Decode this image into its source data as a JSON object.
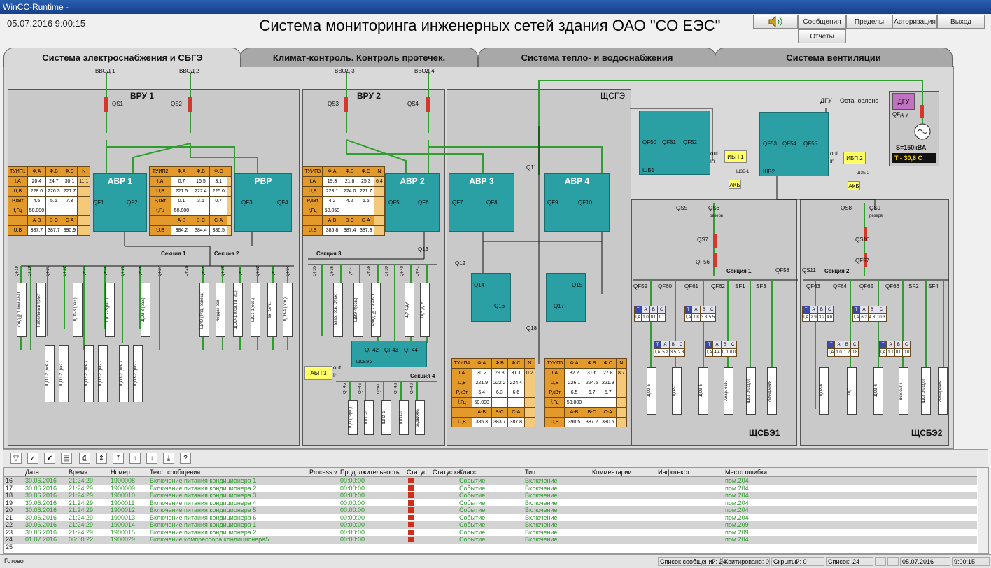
{
  "window": {
    "title": "WinCC-Runtime -"
  },
  "header": {
    "datetime": "05.07.2016 9:00:15",
    "title": "Система мониторинга инженерных сетей здания ОАО \"СО ЕЭС\"",
    "buttons": {
      "messages": "Сообщения",
      "limits": "Пределы",
      "auth": "Авторизация",
      "exit": "Выход",
      "reports": "Отчеты"
    }
  },
  "tabs": [
    {
      "label": "Система электроснабжения и СБГЭ"
    },
    {
      "label": "Климат-контроль. Контроль протечек."
    },
    {
      "label": "Система тепло- и водоснабжения"
    },
    {
      "label": "Система вентиляции"
    }
  ],
  "diagram": {
    "inputs": [
      "ВВОД 1",
      "ВВОД 2",
      "ВВОД 3",
      "ВВОД 4"
    ],
    "panels": {
      "vru1": "ВРУ 1",
      "vru2": "ВРУ 2",
      "shsge": "ЩСГЭ",
      "shsbe1": "ЩСБЭ1",
      "shsbe2": "ЩСБЭ2"
    },
    "avr": {
      "avr1": "АВР 1",
      "rvr": "РВР",
      "avr2": "АВР 2",
      "avr3": "АВР 3",
      "avr4": "АВР 4"
    },
    "switches": {
      "qs1": "QS1",
      "qs2": "QS2",
      "qs3": "QS3",
      "qs4": "QS4",
      "qf1": "QF1",
      "qf2": "QF2",
      "qf3": "QF3",
      "qf4": "QF4",
      "qf5": "QF5",
      "qf6": "QF6",
      "qf7": "QF7",
      "qf8": "QF8",
      "qf9": "QF9",
      "qf10": "QF10",
      "q11": "Q11",
      "q12": "Q12",
      "q13": "Q13",
      "q14": "Q14",
      "q15": "Q15",
      "q16": "Q16",
      "q17": "Q17",
      "q18": "Q18",
      "qf50": "QF50",
      "qf51": "QF51",
      "qf52": "QF52",
      "qf53": "QF53",
      "qf54": "QF54",
      "qf55": "QF55",
      "qs5": "QS5",
      "qs6": "QS6",
      "qs7": "QS7",
      "qf56": "QF56",
      "qf58": "QF58",
      "qs8": "QS8",
      "qs9": "QS9",
      "qs10": "QS10",
      "qf57": "QF57",
      "qs11": "QS11",
      "qf42": "QF42",
      "qf43": "QF43",
      "qf44": "QF44",
      "reserve1": "резерв",
      "reserve2": "резерв"
    },
    "sections": {
      "s1": "Секция 1",
      "s2": "Секция 2",
      "s3": "Секция 3",
      "s4": "Секция 4",
      "sg1": "Секция 1",
      "sg2": "Секция 2"
    },
    "feeders1": [
      "QF19",
      "QF20",
      "QF21",
      "QF22",
      "QF23",
      "QF24",
      "QF25",
      "QF26",
      "QF27",
      "QF28",
      "QF29",
      "QF30",
      "QF31",
      "QF32",
      "QF33",
      "QF34"
    ],
    "feeders2": [
      "QF35",
      "QF36",
      "QF37",
      "QF38",
      "QF39",
      "QF40",
      "QF41"
    ],
    "feeders3": [
      "QF45",
      "QF46",
      "QF47",
      "QF48",
      "QF49"
    ],
    "feeders_g1": [
      "QF59",
      "QF60",
      "QF61",
      "QF62",
      "SF1",
      "SF3"
    ],
    "feeders_g2": [
      "QF63",
      "QF64",
      "QF65",
      "QF66",
      "SF2",
      "SF4"
    ],
    "loads1": [
      "конд.№1 пом.АБП",
      "Кабельный тракт",
      "ЩО1-3 (раз.)",
      "ЩО2-3(раз.)",
      "ЩО3-3 (раз.)",
      "ЩАО (Ряд, освещ.)",
      "чердак осв.",
      "ЩОО-1 (осв. гл. вх.)",
      "ЩО1-1(осв.)",
      "вн. сетк.",
      "ЩО3-4 (осв.)"
    ],
    "loads_sub": [
      "ЩО1-2 (осв.)",
      "ЩО1-2 (раз.)",
      "ЩО2-2 (осв.)",
      "ЩО2-2 (раз.)",
      "ЩО3-2 (осв.)",
      "ЩО3-2 (раз.)"
    ],
    "loads2": [
      "авар. осв. Этаж",
      "ЩВЭ-4(осв.)",
      "Конд. №2 в АБП",
      "ЩУ-СДУ",
      "ЩЭ ДГУ"
    ],
    "loads3": [
      "ЩП (серв.)",
      "ЩП1-1",
      "ЩП2-1",
      "ЩП3-1",
      "задвижка"
    ],
    "loads_g1": [
      "ЩО2-5",
      "ЩО2-7",
      "ЩО3-5",
      "Авар. осв.",
      "ЩСГЭ Logo!",
      "Измерения"
    ],
    "loads_g2": [
      "ЩО2-6",
      "ЩО",
      "ЩО3-6",
      "пож сигн.",
      "ЩСГЭ Logo!",
      "Измерения"
    ],
    "dgu": {
      "status_label": "ДГУ",
      "status": "Остановлено",
      "btn": "ДГУ",
      "breaker": "QFдгу",
      "power": "S=150кВА",
      "temp": "T -   30,6  C"
    },
    "ups": {
      "ups1": "ИБП 1",
      "ups2": "ИБП 2",
      "abp3": "АБП 3",
      "akb": "АКБ",
      "out": "out",
      "in": "in",
      "sh1": "ШЗБ-1",
      "sh2": "ШЗБ-2",
      "shb1": "ШБ1",
      "shb2": "ШБ2",
      "shsbe3": "ЩСБЭ 3"
    },
    "tables": {
      "t1": {
        "rows": [
          [
            "ТУИП1",
            "Ф.A",
            "Ф.B",
            "Ф.C",
            "N"
          ],
          [
            "I,A",
            "20.4",
            "24.7",
            "30.1",
            "11.1"
          ],
          [
            "U,B",
            "228.0",
            "226.3",
            "221.7",
            ""
          ],
          [
            "P,кВт",
            "4.5",
            "5.5",
            "7.3",
            ""
          ],
          [
            "f,Гц",
            "50.000",
            "",
            "",
            ""
          ],
          [
            "",
            "A-B",
            "B-C",
            "C-A",
            ""
          ],
          [
            "U,B",
            "387.7",
            "387.7",
            "390.9",
            ""
          ]
        ]
      },
      "t2": {
        "rows": [
          [
            "ТУИП2",
            "Ф.A",
            "Ф.B",
            "Ф.C",
            ""
          ],
          [
            "I,A",
            "0.7",
            "16.5",
            "3.1",
            ""
          ],
          [
            "U,B",
            "221.5",
            "222.4",
            "225.0",
            ""
          ],
          [
            "P,кВт",
            "0.1",
            "3.6",
            "0.7",
            ""
          ],
          [
            "f,Гц",
            "50.000",
            "",
            "",
            ""
          ],
          [
            "",
            "A-B",
            "B-C",
            "C-A",
            ""
          ],
          [
            "U,B",
            "384.2",
            "384.4",
            "386.5",
            ""
          ]
        ]
      },
      "t3": {
        "rows": [
          [
            "ТУИП3",
            "Ф.A",
            "Ф.B",
            "Ф.C",
            "N"
          ],
          [
            "I,A",
            "19.3",
            "21.8",
            "25.3",
            "6.4"
          ],
          [
            "U,B",
            "223.1",
            "224.0",
            "221.7",
            ""
          ],
          [
            "P,кВт",
            "4.2",
            "4.2",
            "5.6",
            ""
          ],
          [
            "f,Гц",
            "50.050",
            "",
            "",
            ""
          ],
          [
            "",
            "A-B",
            "B-C",
            "C-A",
            ""
          ],
          [
            "U,B",
            "385.8",
            "387.4",
            "387.3",
            ""
          ]
        ]
      },
      "t4": {
        "rows": [
          [
            "ТУИП4",
            "Ф.A",
            "Ф.B",
            "Ф.C",
            "N"
          ],
          [
            "I,A",
            "30.2",
            "29.8",
            "31.1",
            "0.2"
          ],
          [
            "U,B",
            "221.9",
            "222.2",
            "224.4",
            ""
          ],
          [
            "P,кВт",
            "6.4",
            "6.3",
            "6.6",
            ""
          ],
          [
            "f,Гц",
            "50.000",
            "",
            "",
            ""
          ],
          [
            "",
            "A-B",
            "B-C",
            "C-A",
            ""
          ],
          [
            "U,B",
            "385.3",
            "383.7",
            "387.8",
            ""
          ]
        ]
      },
      "t5": {
        "rows": [
          [
            "ТУИП5",
            "Ф.A",
            "Ф.B",
            "Ф.C",
            "N"
          ],
          [
            "I,A",
            "32.2",
            "31.6",
            "27.8",
            "8.7"
          ],
          [
            "U,B",
            "226.1",
            "224.6",
            "221.9",
            ""
          ],
          [
            "P,кВт",
            "6.5",
            "6.7",
            "5.7",
            ""
          ],
          [
            "f,Гц",
            "50.000",
            "",
            "",
            ""
          ],
          [
            "",
            "A-B",
            "B-C",
            "C-A",
            ""
          ],
          [
            "U,B",
            "390.5",
            "387.2",
            "390.5",
            ""
          ]
        ]
      }
    },
    "mini": {
      "hdr": [
        "T",
        "A",
        "B",
        "C"
      ],
      "m1": [
        "I,A",
        "1.0",
        "0.0",
        "1.1"
      ],
      "m2": [
        "I,A",
        "1.8",
        "3.8",
        "5.5"
      ],
      "m3": [
        "I,A",
        "2.9",
        "3.2",
        "4.6"
      ],
      "m4": [
        "I,A",
        "6.2",
        "4.8",
        "10.3"
      ],
      "m5": [
        "I,A",
        "5.2",
        "3.5",
        "2.3"
      ],
      "m6": [
        "I,A",
        "4.4",
        "0.0",
        "0.0"
      ],
      "m7": [
        "I,A",
        "1.0",
        "1.2",
        "0.8"
      ],
      "m8": [
        "I,A",
        "1.1",
        "0.0",
        "0.0"
      ]
    }
  },
  "toolbar": {
    "icons": [
      "filter-icon",
      "ack-icon",
      "ack-all-icon",
      "report-icon",
      "print-icon",
      "sort-icon",
      "first-icon",
      "prev-icon",
      "next-icon",
      "last-icon",
      "help-icon"
    ]
  },
  "messages": {
    "headers": [
      "",
      "Дата",
      "Время",
      "Номер",
      "Текст сообщения",
      "Process v.",
      "Продолжительность",
      "Статус",
      "Статус кв.",
      "Класс",
      "Тип",
      "Комментарии",
      "Инфотекст",
      "Место ошибки"
    ],
    "rows": [
      [
        "16",
        "30.06.2016",
        "21:24:29",
        "1900008",
        "Включение питания кондиционера 1",
        "",
        "00:00:00",
        "",
        "",
        "Событие",
        "Включение",
        "",
        "",
        "пом.204"
      ],
      [
        "17",
        "30.06.2016",
        "21:24:29",
        "1900009",
        "Включение питания кондиционера 2",
        "",
        "00:00:00",
        "",
        "",
        "Событие",
        "Включение",
        "",
        "",
        "пом.204"
      ],
      [
        "18",
        "30.06.2016",
        "21:24:29",
        "1900010",
        "Включение питания кондиционера 3",
        "",
        "00:00:00",
        "",
        "",
        "Событие",
        "Включение",
        "",
        "",
        "пом.204"
      ],
      [
        "19",
        "30.06.2016",
        "21:24:29",
        "1900011",
        "Включение питания кондиционера 4",
        "",
        "00:00:00",
        "",
        "",
        "Событие",
        "Включение",
        "",
        "",
        "пом.204"
      ],
      [
        "20",
        "30.06.2016",
        "21:24:29",
        "1900012",
        "Включение питания кондиционера 5",
        "",
        "00:00:00",
        "",
        "",
        "Событие",
        "Включение",
        "",
        "",
        "пом.204"
      ],
      [
        "21",
        "30.06.2016",
        "21:24:29",
        "1900013",
        "Включение питания кондиционера 6",
        "",
        "00:00:00",
        "",
        "",
        "Событие",
        "Включение",
        "",
        "",
        "пом.204"
      ],
      [
        "22",
        "30.06.2016",
        "21:24:29",
        "1900014",
        "Включение питания кондиционера 1",
        "",
        "00:00:00",
        "",
        "",
        "Событие",
        "Включение",
        "",
        "",
        "пом.209"
      ],
      [
        "23",
        "30.06.2016",
        "21:24:29",
        "1900015",
        "Включение питания кондиционера 2",
        "",
        "00:00:00",
        "",
        "",
        "Событие",
        "Включение",
        "",
        "",
        "пом.209"
      ],
      [
        "24",
        "01.07.2016",
        "06:50:22",
        "1900029",
        "Включение компрессора кондиционера5",
        "",
        "00:00:00",
        "",
        "",
        "Событие",
        "Включение",
        "",
        "",
        "пом.204"
      ],
      [
        "25",
        "",
        "",
        "",
        "",
        "",
        "",
        "",
        "",
        "",
        "",
        "",
        "",
        ""
      ]
    ]
  },
  "statusbar": {
    "ready": "Готово",
    "cells": [
      "Список сообщений: 24",
      "Квитировано: 0",
      "Скрытый: 0",
      "Список: 24",
      "",
      "",
      "05.07.2016",
      "9:00:15"
    ]
  }
}
